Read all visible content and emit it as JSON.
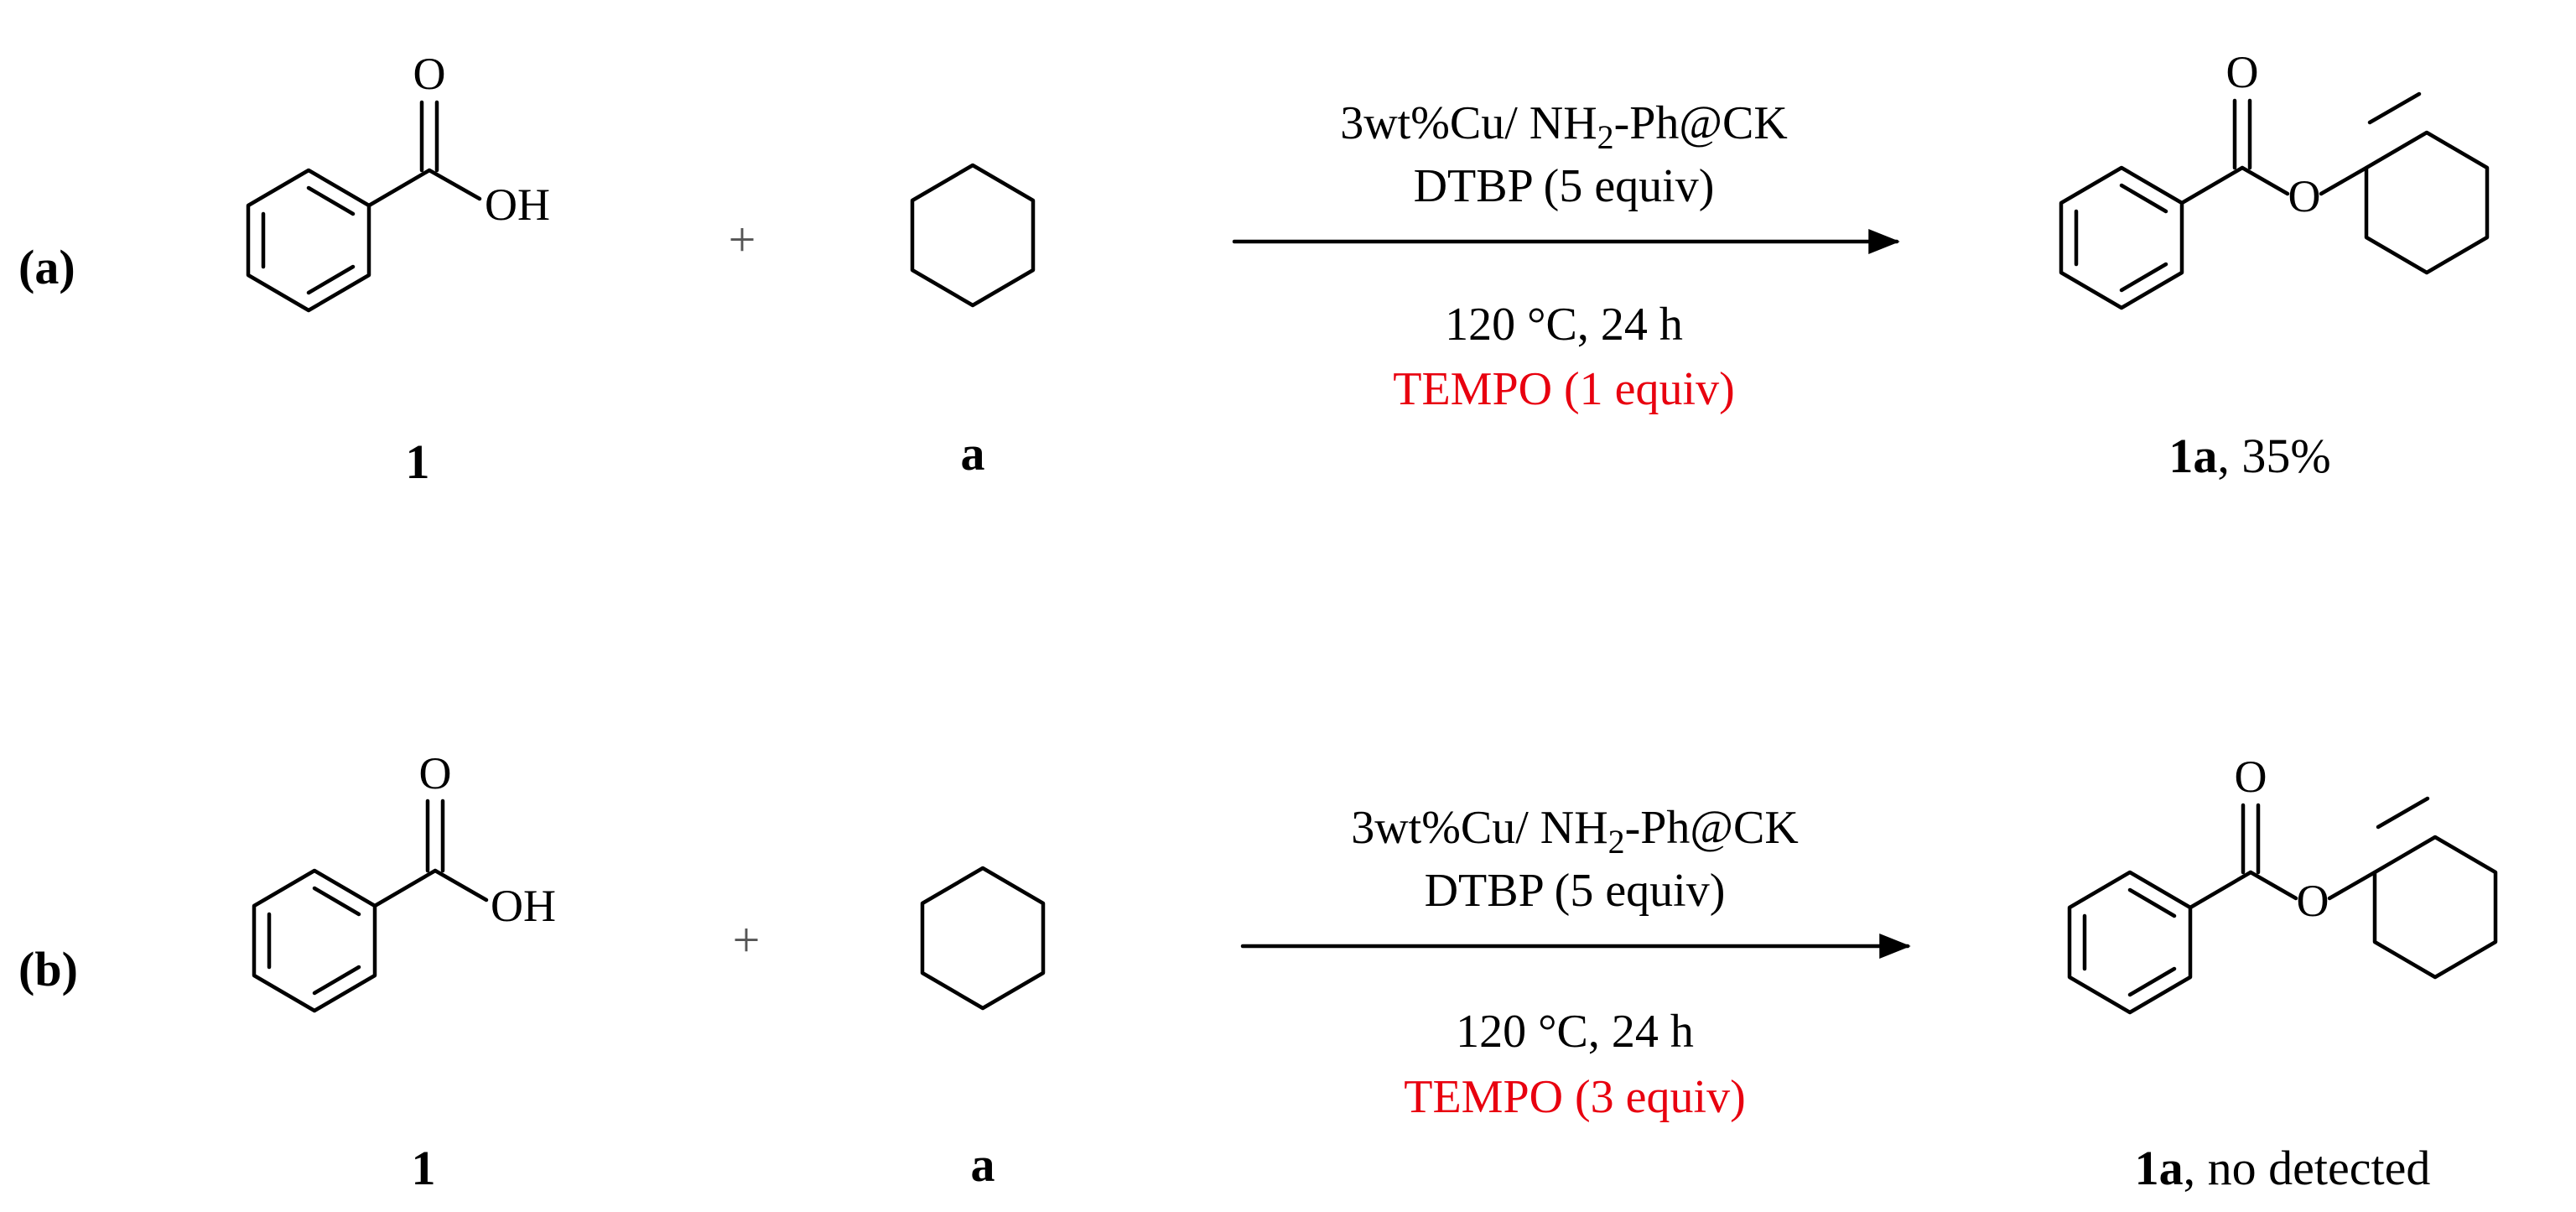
{
  "rows": [
    {
      "label": "(a)",
      "reactant1": {
        "id": "1",
        "atom_o": "O",
        "atom_oh": "OH"
      },
      "plus": "+",
      "reactant2": {
        "id": "a"
      },
      "catalyst_main": "3wt%Cu/ NH",
      "catalyst_sub": "2",
      "catalyst_tail": "-Ph@CK",
      "oxidant": "DTBP (5 equiv)",
      "conditions": "120 °C, 24 h",
      "additive": "TEMPO (1 equiv)",
      "product": {
        "id": "1a",
        "result": ", 35%",
        "atom_o_carbonyl": "O",
        "atom_o_ester": "O"
      }
    },
    {
      "label": "(b)",
      "reactant1": {
        "id": "1",
        "atom_o": "O",
        "atom_oh": "OH"
      },
      "plus": "+",
      "reactant2": {
        "id": "a"
      },
      "catalyst_main": "3wt%Cu/ NH",
      "catalyst_sub": "2",
      "catalyst_tail": "-Ph@CK",
      "oxidant": "DTBP (5 equiv)",
      "conditions": "120 °C, 24 h",
      "additive": "TEMPO (3 equiv)",
      "product": {
        "id": "1a",
        "result": ", no detected",
        "atom_o_carbonyl": "O",
        "atom_o_ester": "O"
      }
    }
  ],
  "colors": {
    "ink": "#000000",
    "additive": "#e8000f",
    "plus": "#555555"
  }
}
